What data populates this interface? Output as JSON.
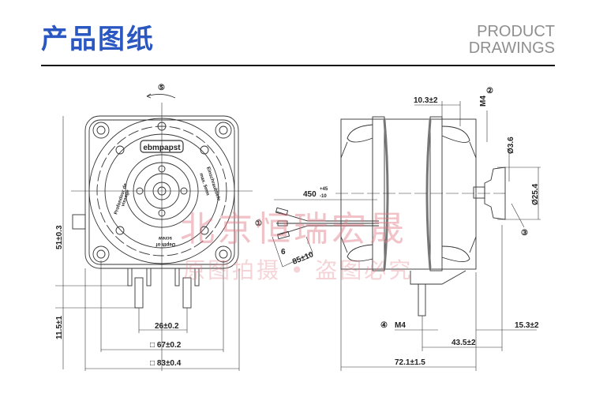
{
  "header": {
    "title_cn": "产品图纸",
    "title_en_line1": "PRODUCT",
    "title_en_line2": "DRAWINGS"
  },
  "front_view": {
    "logo": "ebmpapst",
    "rotation_marker": "⑤",
    "text_fr_1": "Profondeur de",
    "text_fr_2": "vissage",
    "text_de_1": "Einschraubtiefe",
    "text_de_2": "max. 5mm",
    "text_en_1": "Depth of",
    "text_en_2": "screw",
    "dim_height": "51±0.3",
    "dim_terminal": "11.5±1",
    "dim_terminal_spacing": "26±0.2",
    "dim_mount_square": "□ 67±0.2",
    "dim_outer_square": "□ 83±0.4"
  },
  "cable": {
    "marker": "①",
    "length": "450",
    "length_tol_upper": "+45",
    "length_tol_lower": "-10",
    "strip": "6",
    "lead": "85±10"
  },
  "side_view": {
    "dim_10_3": "10.3±2",
    "m4_top": "M4",
    "marker_2": "②",
    "dim_bore": "Ø3.6",
    "dim_hub": "Ø25.4",
    "marker_3": "③",
    "marker_4": "④",
    "m4_bottom": "M4",
    "dim_15_3": "15.3±2",
    "dim_43_5": "43.5±2",
    "dim_72_1": "72.1±1.5"
  },
  "watermark": {
    "line1": "北京恒瑞宏晟",
    "line2": "原图拍摄 • 盗图必究"
  }
}
